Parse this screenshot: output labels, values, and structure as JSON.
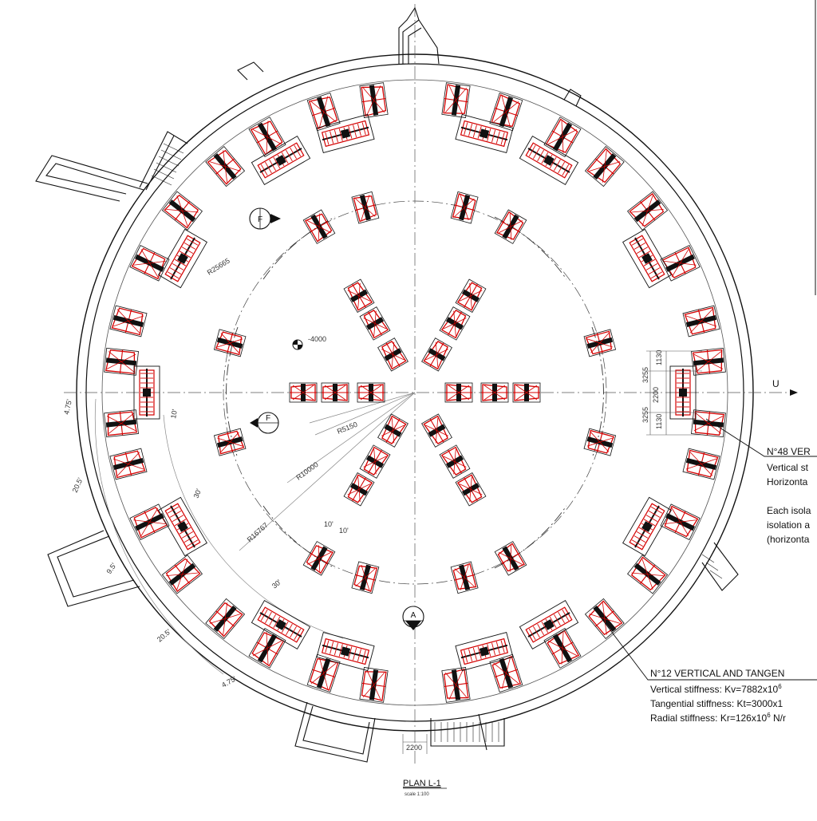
{
  "plan": {
    "title": "PLAN L-1",
    "scale": "scale 1:100"
  },
  "axis": {
    "u_label": "U"
  },
  "markers": [
    {
      "name": "section-marker-f-top",
      "letter": "F"
    },
    {
      "name": "section-marker-f-bottom",
      "letter": "F"
    },
    {
      "name": "section-marker-a",
      "letter": "A"
    }
  ],
  "level": "-4000",
  "dimensions": {
    "r_outer": "R25665",
    "r_5150": "R5150",
    "r_10000": "R10000",
    "r_16767": "R16767",
    "right_3255_top": "3255",
    "right_2200": "2200",
    "right_3255_bottom": "3255",
    "right_1130_top": "1130",
    "right_1130_bottom": "1130",
    "bottom_2200": "2200",
    "ang_4_75_left": "4.75'",
    "ang_20_5_left": "20.5'",
    "ang_9_5": "9.5'",
    "ang_20_5_bottom": "20.5'",
    "ang_4_75_bottom": "4.75'",
    "ang_10_left": "10'",
    "ang_30_left": "30'",
    "ang_30_bottom": "30'",
    "ang_10_a": "10'",
    "ang_10_b": "10'"
  },
  "notes": {
    "n48": {
      "title": "N°48 VER",
      "line1": "Vertical st",
      "line2": "Horizonta",
      "line3": "Each isola",
      "line4": "isolation a",
      "line5": "(horizonta"
    },
    "n12": {
      "title": "N°12 VERTICAL  AND TANGEN",
      "kv_pre": "Vertical stiffness: Kv=7882x10",
      "kv_exp": "6",
      "kt_pre": "Tangential stiffness: Kt=3000x1",
      "kr_pre": "Radial stiffness: Kr=126x10",
      "kr_exp": "6",
      "kr_post": " N/r"
    }
  },
  "colors": {
    "isolator": "#d40000",
    "line": "#111111"
  }
}
